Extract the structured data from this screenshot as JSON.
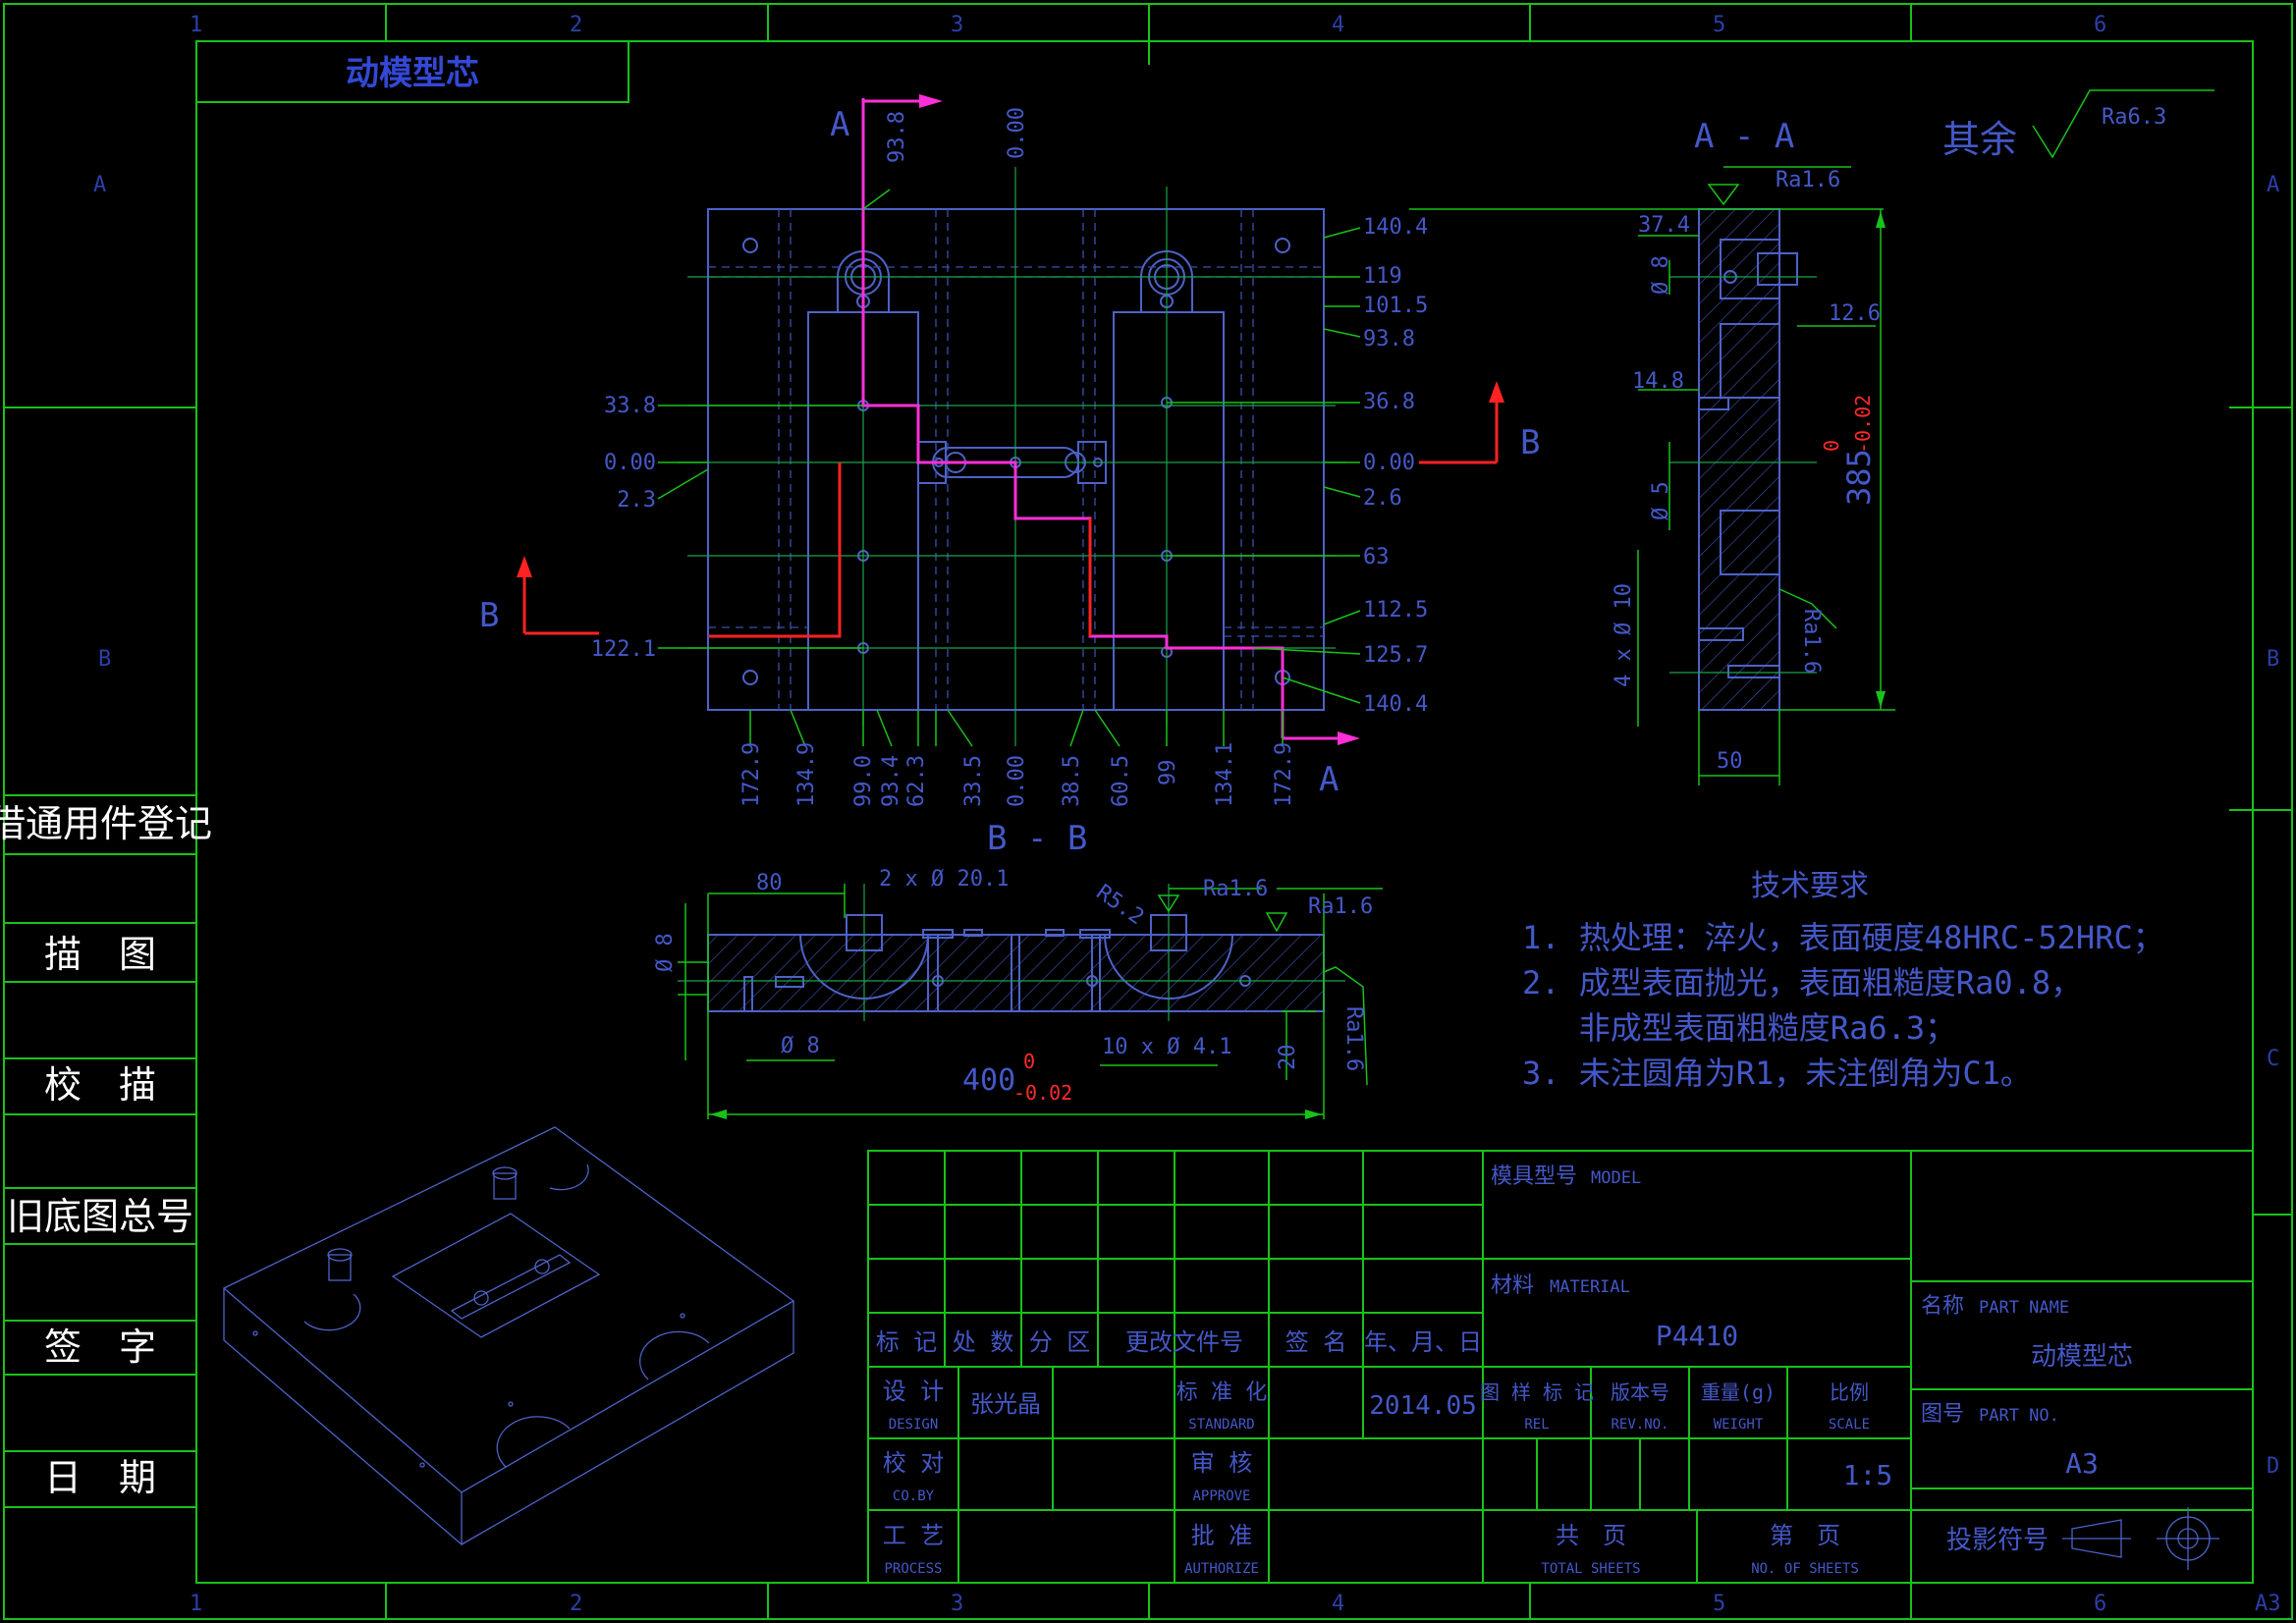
{
  "frame": {
    "col_labels": [
      "1",
      "2",
      "3",
      "4",
      "5",
      "6"
    ],
    "row_labels": [
      "A",
      "B",
      "C",
      "D"
    ],
    "sheet_size": "A3"
  },
  "title_box": {
    "text": "动模型芯"
  },
  "side_panel": {
    "borrow_register": "借通用件登记",
    "trace": "描　图",
    "check_trace": "校　描",
    "old_drawing_no": "旧底图总号",
    "signature": "签　字",
    "date": "日　期"
  },
  "views": {
    "section_aa_label": "A - A",
    "section_bb_label": "B - B",
    "cut_a": "A",
    "cut_b": "B"
  },
  "surface": {
    "prefix": "其余",
    "roughness": "Ra6.3"
  },
  "dims_plan": {
    "top": [
      "93.8",
      "0.00"
    ],
    "right": [
      "140.4",
      "119",
      "101.5",
      "93.8",
      "36.8",
      "0.00",
      "2.6",
      "63",
      "112.5",
      "125.7",
      "140.4"
    ],
    "left": [
      "33.8",
      "0.00",
      "2.3",
      "122.1"
    ],
    "bottom": [
      "172.9",
      "134.9",
      "99.0",
      "93.4",
      "62.3",
      "33.5",
      "0.00",
      "38.5",
      "60.5",
      "99",
      "134.1",
      "172.9"
    ]
  },
  "dims_aa": {
    "d1": "37.4",
    "d2": "Ø 8",
    "d3": "12.6",
    "d4": "14.8",
    "d5": "Ø 5",
    "d6": "4 x Ø 10",
    "d7": "50",
    "height": "385",
    "tol_up": "0",
    "tol_dn": "-0.02",
    "ra1": "Ra1.6",
    "ra2": "Ra1.6"
  },
  "dims_bb": {
    "d1": "80",
    "d2": "2 x Ø 20.1",
    "d3": "R5.2",
    "d4": "Ø 8",
    "d5": "Ø 8",
    "d6": "10 x Ø 4.1",
    "d7": "20",
    "length": "400",
    "tol_up": "0",
    "tol_dn": "-0.02",
    "ra1": "Ra1.6",
    "ra2": "Ra1.6",
    "ra3": "Ra1.6"
  },
  "tech_req": {
    "title": "技术要求",
    "lines": [
      "1. 热处理：淬火，表面硬度48HRC-52HRC；",
      "2. 成型表面抛光，表面粗糙度Ra0.8，",
      "   非成型表面粗糙度Ra6.3；",
      "3. 未注圆角为R1，未注倒角为C1。"
    ]
  },
  "title_block": {
    "rev_headers": [
      "标 记",
      "处 数",
      "分 区",
      "更改文件号",
      "签 名",
      "年、月、日"
    ],
    "design_cn": "设 计",
    "design_en": "DESIGN",
    "designer": "张光晶",
    "standard_cn": "标 准 化",
    "standard_en": "STANDARD",
    "design_date": "2014.05",
    "check_cn": "校 对",
    "check_en": "CO.BY",
    "approve_cn": "审 核",
    "approve_en": "APPROVE",
    "process_cn": "工 艺",
    "process_en": "PROCESS",
    "authorize_cn": "批 准",
    "authorize_en": "AUTHORIZE",
    "model_cn": "模具型号",
    "model_en": "MODEL",
    "material_cn": "材料",
    "material_en": "MATERIAL",
    "material": "P4410",
    "stage_cn": "图 样 标 记",
    "stage_en": "REL",
    "version_cn": "版本号",
    "version_en": "REV.NO.",
    "weight_cn": "重量(g)",
    "weight_en": "WEIGHT",
    "scale_cn": "比例",
    "scale_en": "SCALE",
    "scale": "1:5",
    "total_cn": "共　页",
    "total_en": "TOTAL SHEETS",
    "sheet_cn": "第　页",
    "sheet_en": "NO. OF SHEETS",
    "name_cn": "名称",
    "name_en": "PART NAME",
    "part_name": "动模型芯",
    "partno_cn": "图号",
    "partno_en": "PART NO.",
    "part_no": "A3",
    "projection": "投影符号"
  },
  "colors": {
    "frame": "#19c219",
    "part": "#4d62c8",
    "cut": "#ff2222",
    "arrow": "#ff2fd8",
    "background": "#000000"
  }
}
